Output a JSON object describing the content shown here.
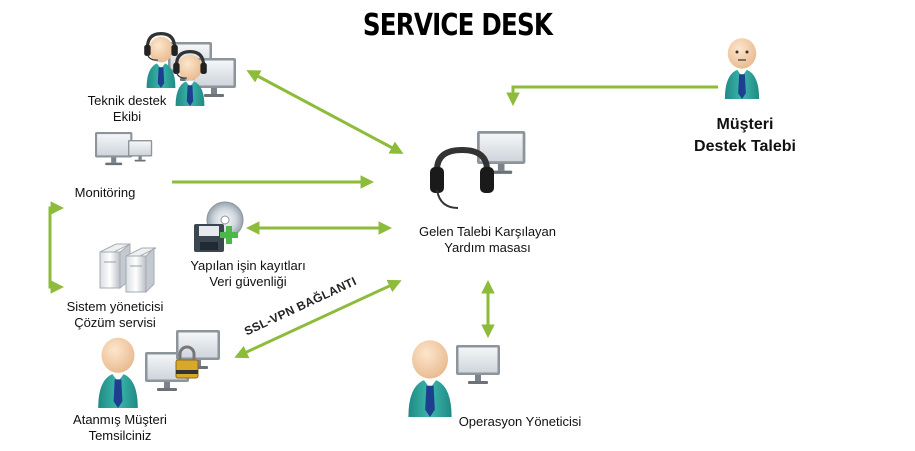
{
  "title": "SERVICE DESK",
  "nodes": {
    "teknik": {
      "line1": "Teknik destek",
      "line2": "Ekibi",
      "icon": "headset-team-icon"
    },
    "monitoring": {
      "line1": "Monitöring",
      "icon": "monitors-icon"
    },
    "kayit": {
      "line1": "Yapılan işin kayıtları",
      "line2": "Veri güvenliği",
      "icon": "backup-disk-icon"
    },
    "sistem": {
      "line1": "Sistem yöneticisi",
      "line2": "Çözüm servisi",
      "icon": "servers-icon"
    },
    "atanmis": {
      "line1": "Atanmış Müşteri",
      "line2": "Temsilciniz",
      "icon": "person-locked-computer-icon"
    },
    "gelen": {
      "line1": "Gelen Talebi Karşılayan",
      "line2": "Yardım masası",
      "icon": "helpdesk-headset-icon"
    },
    "musteri": {
      "line1": "Müşteri",
      "line2": "Destek Talebi",
      "icon": "customer-person-icon"
    },
    "operasyon": {
      "line1": "Operasyon Yöneticisi",
      "icon": "operations-manager-icon"
    }
  },
  "vpn_label": "SSL-VPN BAĞLANTI",
  "colors": {
    "arrow": "#8dbb3a",
    "shirt": "#2fa39b",
    "tie": "#1e3f8f",
    "skin": "#f5d2ae",
    "screen": "#e9ecef"
  }
}
